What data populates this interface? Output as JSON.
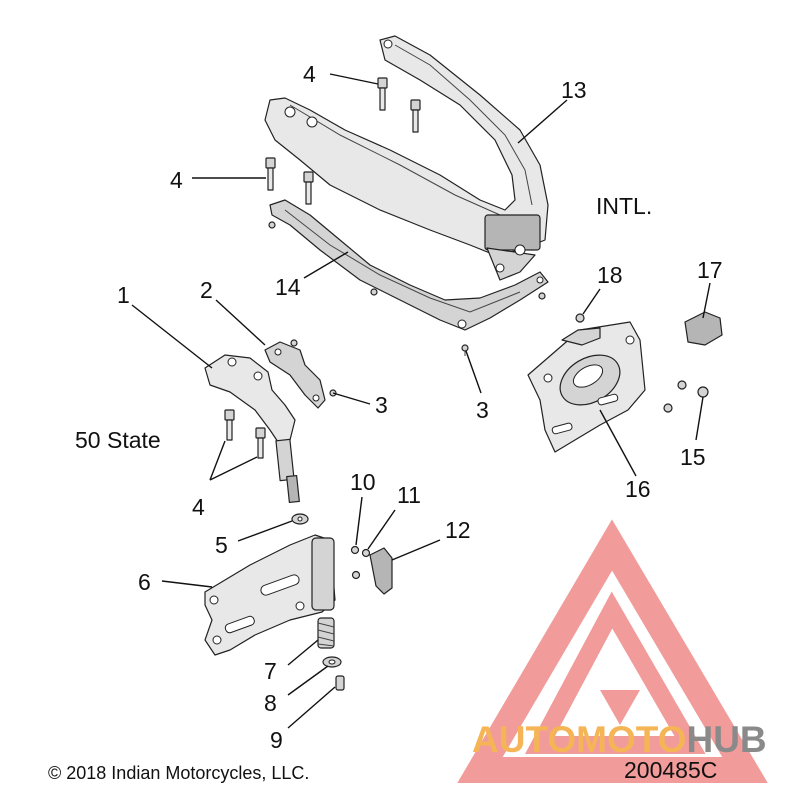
{
  "callouts": [
    {
      "id": "c1",
      "text": "1"
    },
    {
      "id": "c2",
      "text": "2"
    },
    {
      "id": "c3a",
      "text": "3"
    },
    {
      "id": "c3b",
      "text": "3"
    },
    {
      "id": "c4a",
      "text": "4"
    },
    {
      "id": "c4b",
      "text": "4"
    },
    {
      "id": "c4c",
      "text": "4"
    },
    {
      "id": "c5",
      "text": "5"
    },
    {
      "id": "c6",
      "text": "6"
    },
    {
      "id": "c7",
      "text": "7"
    },
    {
      "id": "c8",
      "text": "8"
    },
    {
      "id": "c9",
      "text": "9"
    },
    {
      "id": "c10",
      "text": "10"
    },
    {
      "id": "c11",
      "text": "11"
    },
    {
      "id": "c12",
      "text": "12"
    },
    {
      "id": "c13",
      "text": "13"
    },
    {
      "id": "c14",
      "text": "14"
    },
    {
      "id": "c15",
      "text": "15"
    },
    {
      "id": "c16",
      "text": "16"
    },
    {
      "id": "c17",
      "text": "17"
    },
    {
      "id": "c18",
      "text": "18"
    }
  ],
  "variant_labels": {
    "intl": "INTL.",
    "fifty_state": "50 State"
  },
  "footer": {
    "copyright": "© 2018 Indian Motorcycles, LLC.",
    "diagram_number": "200485C"
  },
  "watermark": {
    "brand_part1": "AUTOMOTO",
    "brand_part2": "HUB",
    "color_orange": "#f5b556",
    "color_red": "#ef8a8a",
    "color_gray": "#8a8a8a"
  }
}
